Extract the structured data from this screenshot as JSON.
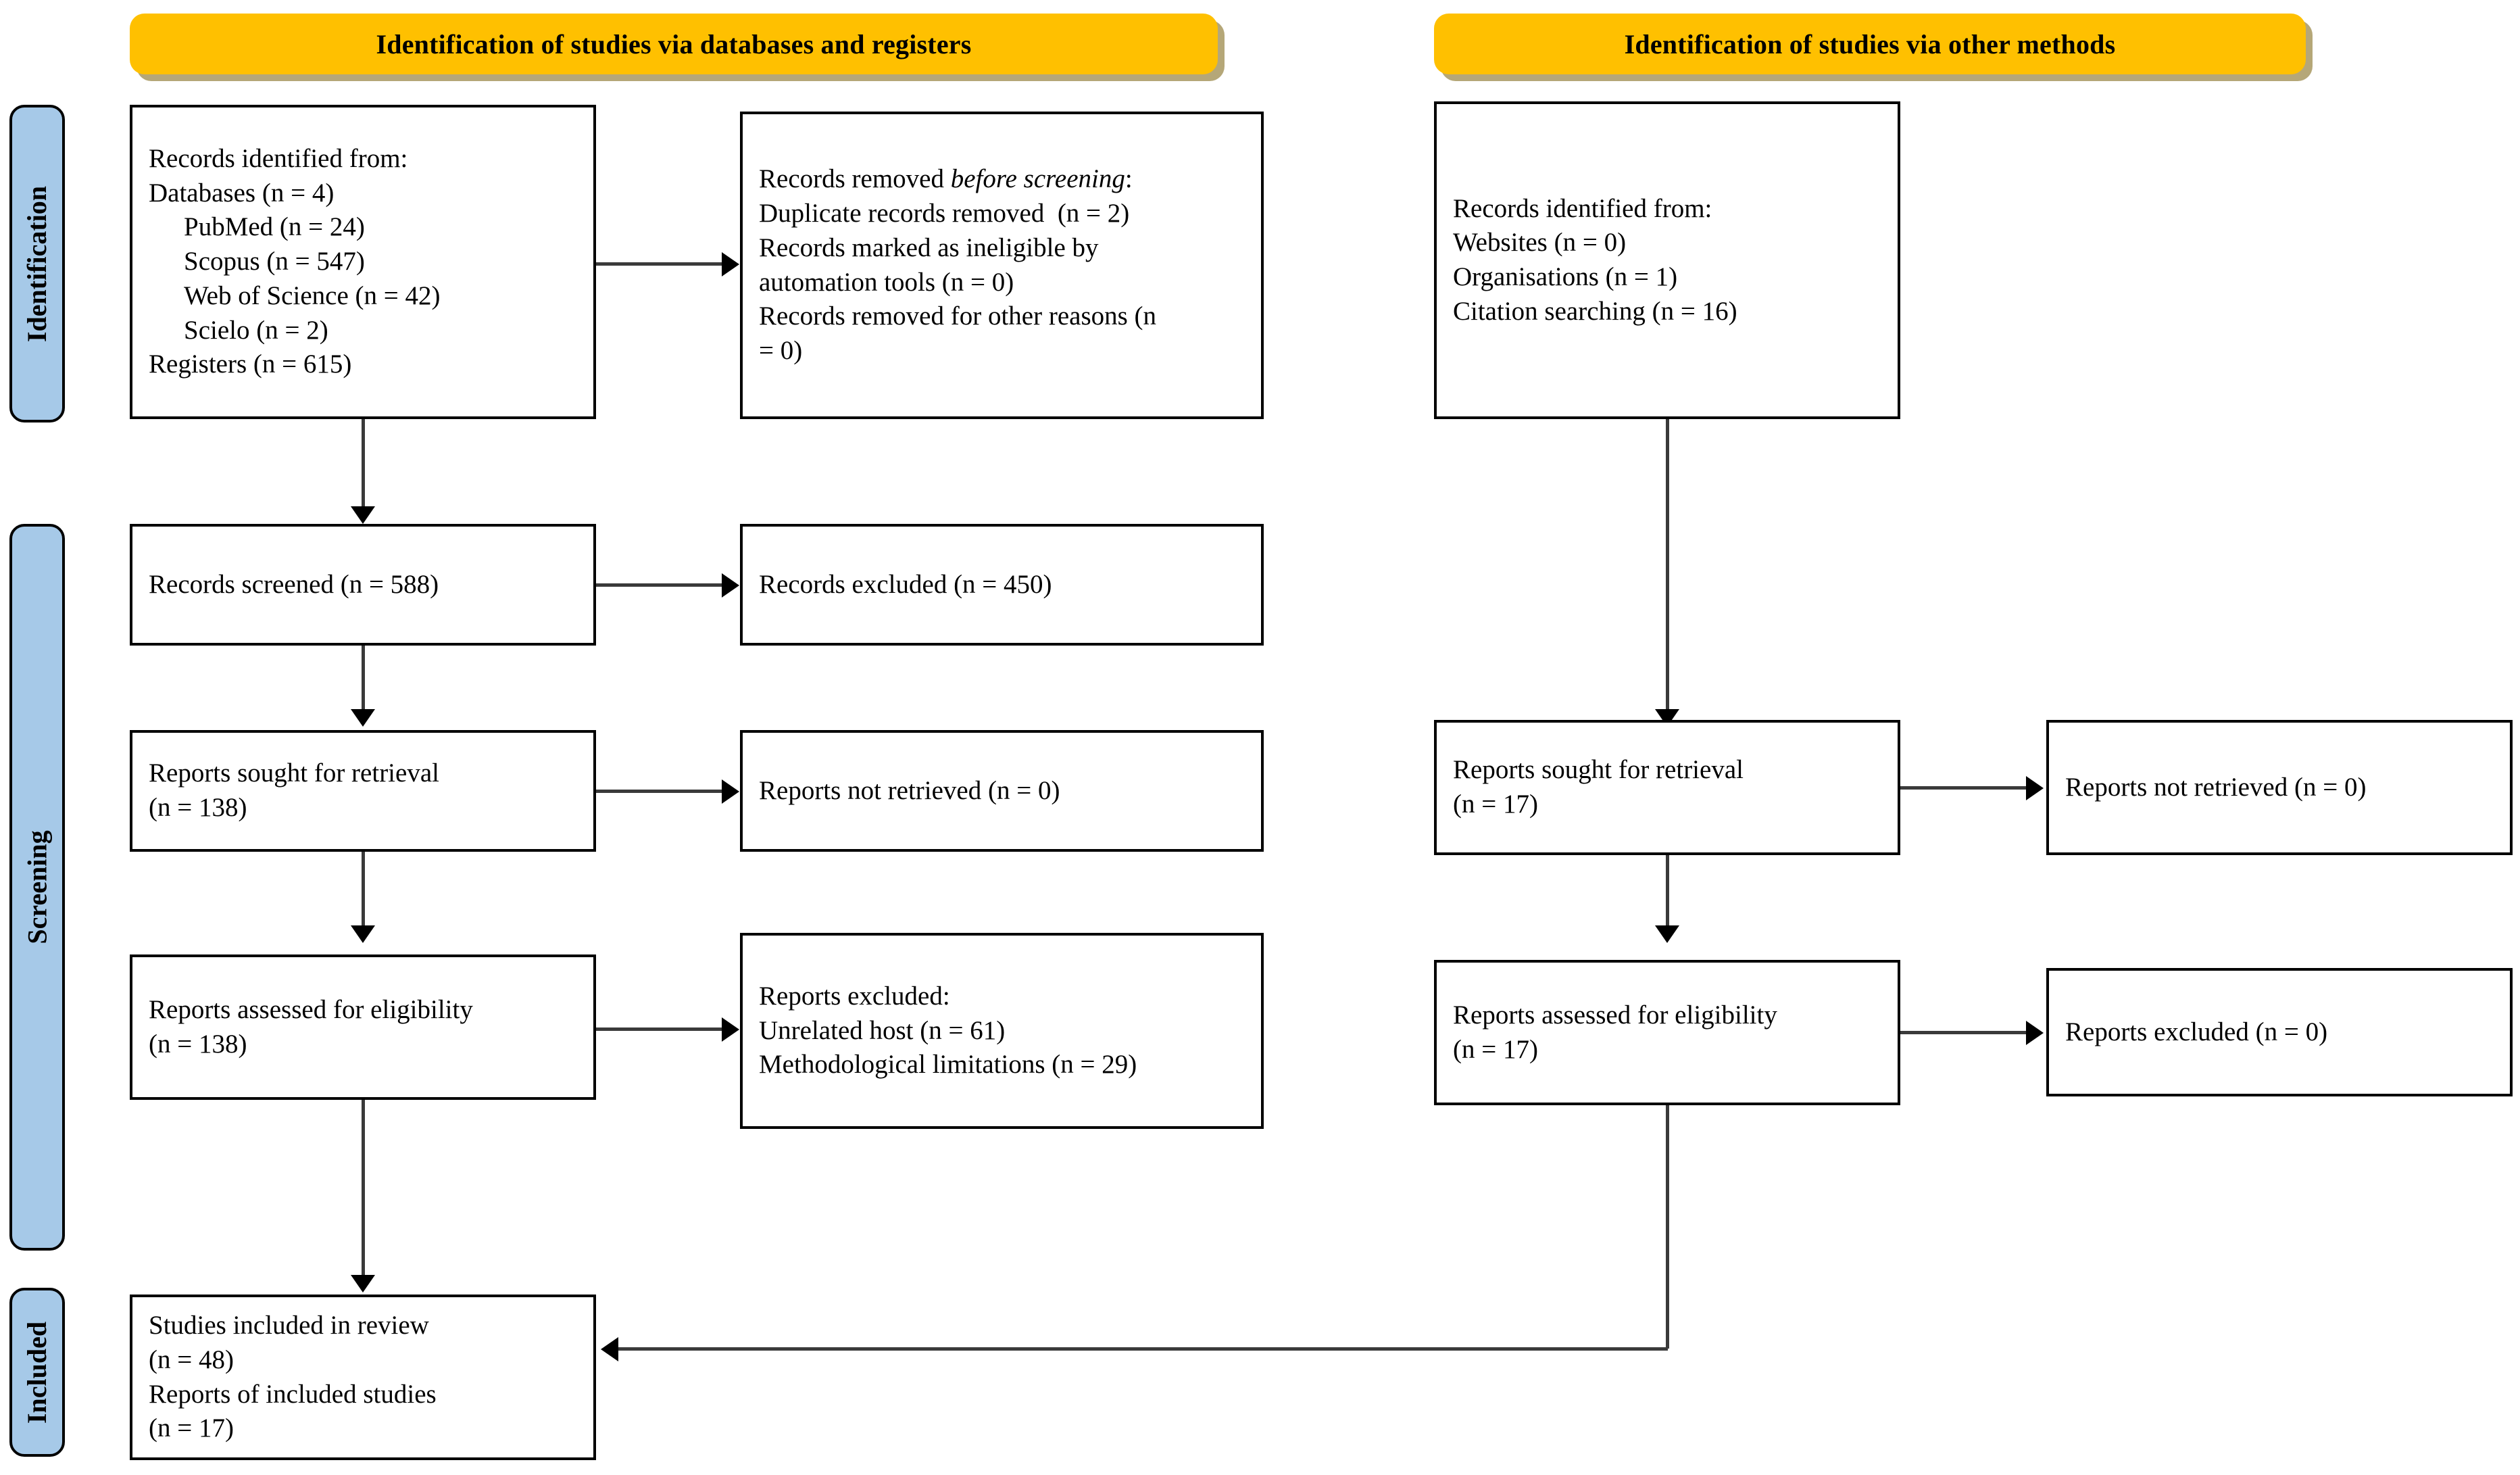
{
  "colors": {
    "banner_accent": "#FFC000",
    "stage_rail": "#A6C9E8",
    "box_border": "#000000",
    "connector": "#3A3A3A",
    "page_background": "#FFFFFF"
  },
  "banners": {
    "left": "Identification of studies via databases and registers",
    "right": "Identification of studies via other methods"
  },
  "stages": {
    "identification": "Identification",
    "screening": "Screening",
    "included": "Included"
  },
  "left_column": {
    "identified": {
      "title": "Records identified from:",
      "databases_label": "Databases (n = 4)",
      "sources": [
        "PubMed (n = 24)",
        "Scopus (n = 547)",
        "Web of Science (n = 42)",
        "Scielo (n = 2)"
      ],
      "registers_label": "Registers (n = 615)"
    },
    "removed": {
      "title_plain": "Records removed ",
      "title_italic": "before screening",
      "title_colon": ":",
      "lines": [
        "Duplicate records removed  (n = 2)",
        "Records marked as ineligible by",
        "automation tools (n = 0)",
        "Records removed for other reasons (n",
        "= 0)"
      ]
    },
    "screened": "Records screened (n = 588)",
    "excluded": "Records excluded (n = 450)",
    "sought": {
      "line1": "Reports sought for retrieval",
      "line2": "(n = 138)"
    },
    "not_retrieved": "Reports not retrieved (n = 0)",
    "assessed": {
      "line1": "Reports assessed for eligibility",
      "line2": "(n = 138)"
    },
    "reports_excluded": {
      "title": "Reports excluded:",
      "reasons": [
        "Unrelated host (n = 61)",
        "Methodological limitations (n = 29)"
      ]
    }
  },
  "right_column": {
    "identified": {
      "title": "Records identified from:",
      "sources": [
        "Websites (n = 0)",
        "Organisations (n = 1)",
        "Citation searching (n = 16)"
      ]
    },
    "sought": {
      "line1": "Reports sought for retrieval",
      "line2": "(n = 17)"
    },
    "not_retrieved": "Reports not retrieved (n = 0)",
    "assessed": {
      "line1": "Reports assessed for eligibility",
      "line2": "(n = 17)"
    },
    "reports_excluded": "Reports excluded (n = 0)"
  },
  "included_box": {
    "line1": "Studies included in review",
    "line2": "(n = 48)",
    "line3": "Reports of included studies",
    "line4": "(n = 17)"
  }
}
